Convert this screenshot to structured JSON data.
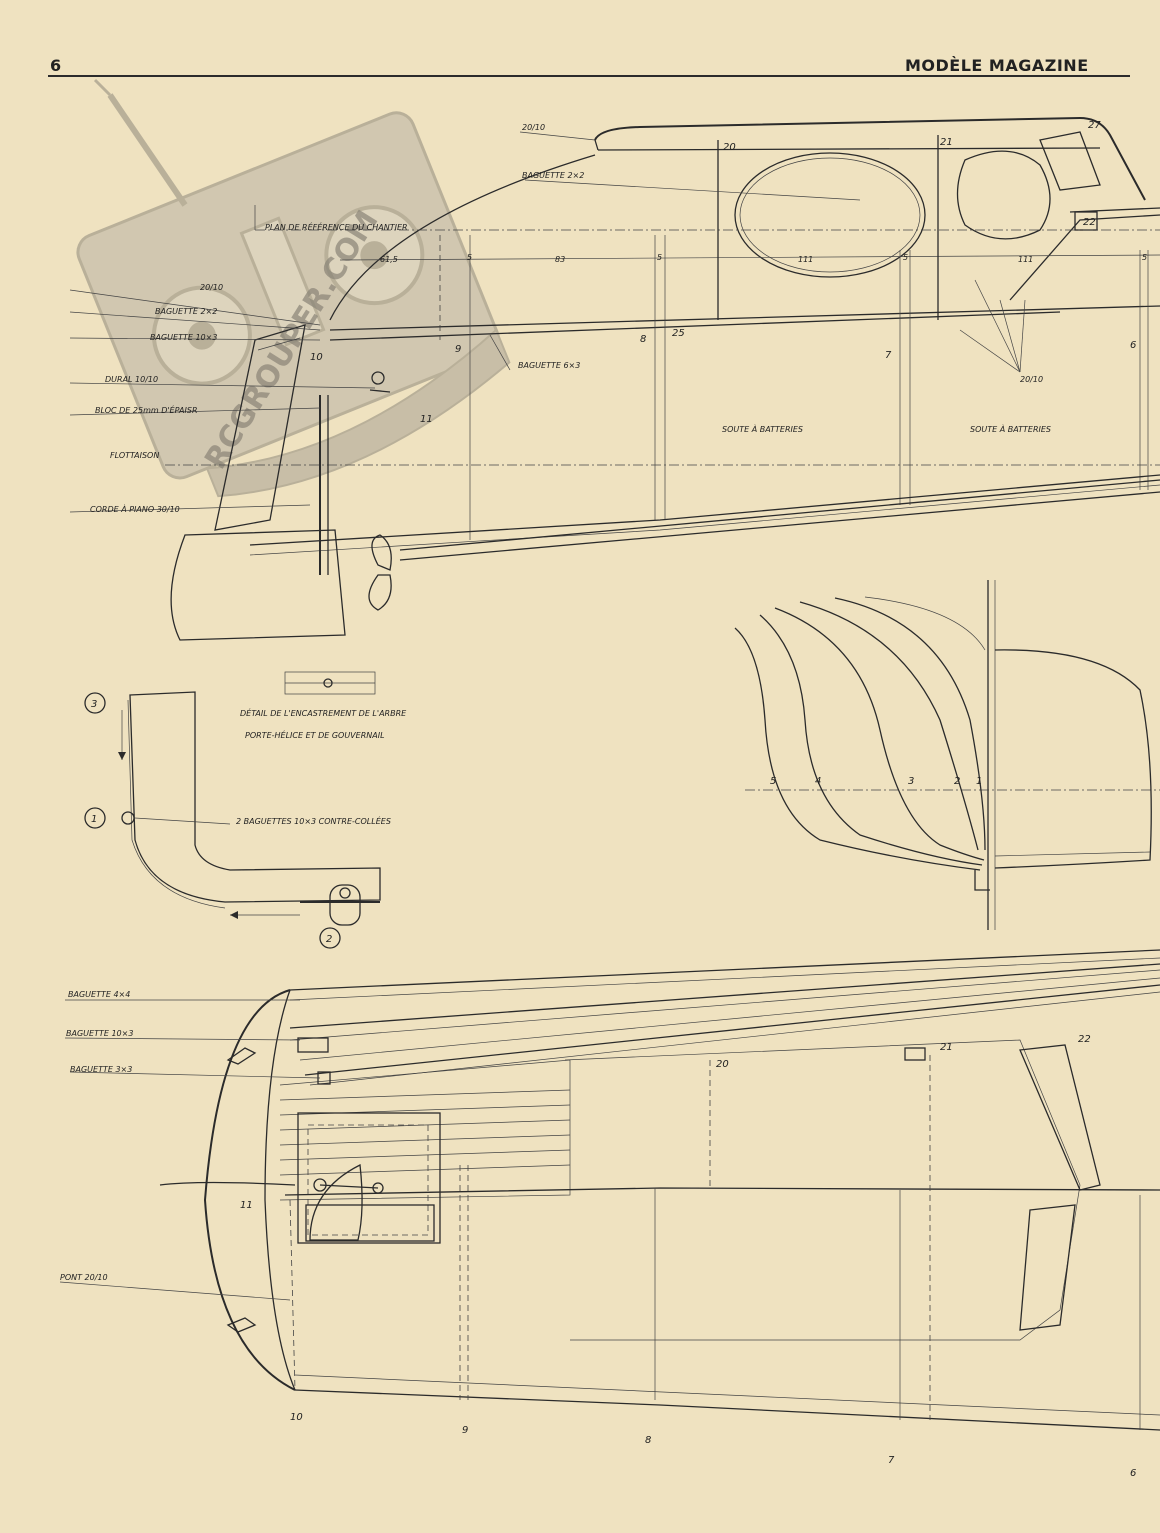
{
  "header": {
    "page_number": "6",
    "magazine_title": "MODÈLE MAGAZINE"
  },
  "watermark": {
    "text": "RCGROUPER.COM"
  },
  "side_view": {
    "reference_plane": "PLAN DE RÉFÉRENCE DU CHANTIER",
    "labels": {
      "top_2010": "20/10",
      "baguette_2x2_top": "BAGUETTE 2×2",
      "left_2010": "20/10",
      "baguette_2x2_left": "BAGUETTE 2×2",
      "baguette_10x3": "BAGUETTE 10×3",
      "dural": "DURAL 10/10",
      "bloc": "BLOC DE 25mm D'ÉPAISR",
      "flottaison": "FLOTTAISON",
      "corde": "CORDE À PIANO 30/10",
      "baguette_6x3": "BAGUETTE 6×3",
      "soute1": "SOUTE À BATTERIES",
      "soute2": "SOUTE À BATTERIES",
      "right_2010": "20/10"
    },
    "dimensions": [
      "61,5",
      "5",
      "83",
      "5",
      "111",
      "5",
      "111",
      "5"
    ],
    "frame_numbers": {
      "f20": "20",
      "f21": "21",
      "f22": "22",
      "f27": "27",
      "f10": "10",
      "f9": "9",
      "f8": "8",
      "f25": "25",
      "f7": "7",
      "f6": "6",
      "f11": "11"
    }
  },
  "detail": {
    "caption_line1": "DÉTAIL DE L'ENCASTREMENT DE L'ARBRE",
    "caption_line2": "PORTE-HÉLICE ET DE GOUVERNAIL",
    "baguettes": "2 BAGUETTES 10×3 CONTRE-COLLÉES",
    "callouts": [
      "3",
      "1",
      "2"
    ]
  },
  "section_view": {
    "station_numbers": [
      "5",
      "4",
      "3",
      "2",
      "1"
    ]
  },
  "top_view": {
    "labels": {
      "baguette_4x4": "BAGUETTE 4×4",
      "baguette_10x3": "BAGUETTE 10×3",
      "baguette_3x3": "BAGUETTE 3×3",
      "pont": "PONT 20/10"
    },
    "frame_numbers": {
      "f20": "20",
      "f21": "21",
      "f22": "22",
      "f11": "11",
      "f10": "10",
      "f9": "9",
      "f8": "8",
      "f7": "7",
      "f6": "6"
    }
  }
}
